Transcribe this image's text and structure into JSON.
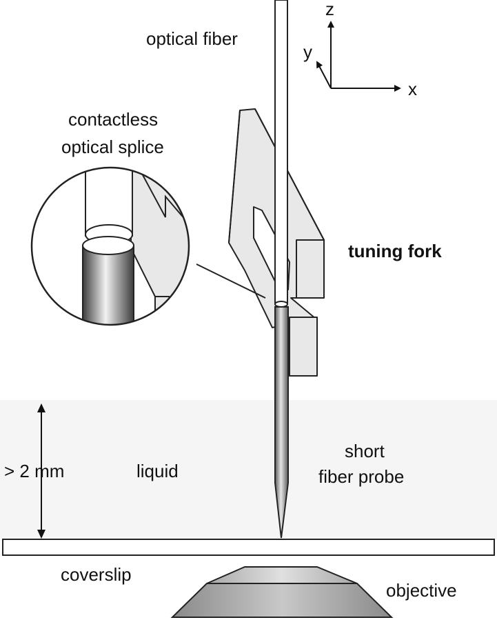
{
  "labels": {
    "optical_fiber": "optical fiber",
    "splice_line1": "contactless",
    "splice_line2": "optical splice",
    "tuning_fork": "tuning fork",
    "distance": "> 2 mm",
    "liquid": "liquid",
    "probe_line1": "short",
    "probe_line2": "fiber probe",
    "coverslip": "coverslip",
    "objective": "objective"
  },
  "axes": {
    "x": "x",
    "y": "y",
    "z": "z"
  },
  "colors": {
    "liquid": "#f5f5f5",
    "fork": "#e8e8e8",
    "objective_top": "#c8c8c8",
    "objective_bottom": "#9e9e9e"
  }
}
